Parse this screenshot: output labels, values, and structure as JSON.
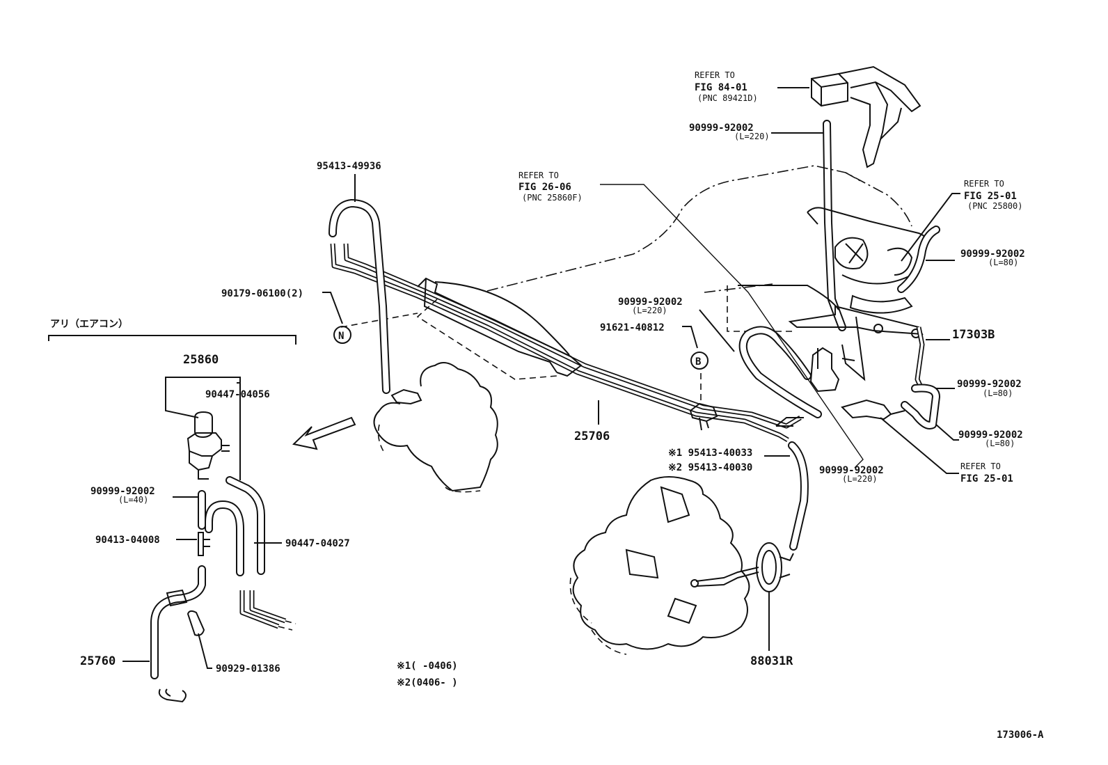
{
  "labels": {
    "refer_84_line1": "REFER TO",
    "refer_84_line2": "FIG 84-01",
    "refer_84_line3": "(PNC 89421D)",
    "hose_top": "90999-92002",
    "hose_top_len": "(L=220)",
    "refer_26_line1": "REFER TO",
    "refer_26_line2": "FIG 26-06",
    "refer_26_line3": "(PNC 25860F)",
    "refer_25a_line1": "REFER TO",
    "refer_25a_line2": "FIG 25-01",
    "refer_25a_line3": "(PNC 25800)",
    "hose_right1": "90999-92002",
    "hose_right1_len": "(L=80)",
    "part_95413_49936": "95413-49936",
    "part_90179": "90179-06100(2)",
    "hose_mid": "90999-92002",
    "hose_mid_len": "(L=220)",
    "part_91621": "91621-40812",
    "part_17303B": "17303B",
    "hose_right2": "90999-92002",
    "hose_right2_len": "(L=80)",
    "hose_right3": "90999-92002",
    "hose_right3_len": "(L=80)",
    "aircon_bracket": "アリ（エアコン）",
    "part_25860": "25860",
    "part_90447_04056": "90447-04056",
    "part_25706": "25706",
    "note1_part": "※1 95413-40033",
    "note2_part": "※2 95413-40030",
    "hose_bottom": "90999-92002",
    "hose_bottom_len": "(L=220)",
    "refer_25b_line1": "REFER TO",
    "refer_25b_line2": "FIG 25-01",
    "hose_left": "90999-92002",
    "hose_left_len": "(L=40)",
    "part_90413": "90413-04008",
    "part_90447_04027": "90447-04027",
    "part_25760": "25760",
    "part_90929": "90929-01386",
    "part_88031R": "88031R",
    "footnote1": "※1(      -0406)",
    "footnote2": "※2(0406-      )",
    "figure_id": "173006-A",
    "callout_N": "N",
    "callout_B": "B"
  }
}
